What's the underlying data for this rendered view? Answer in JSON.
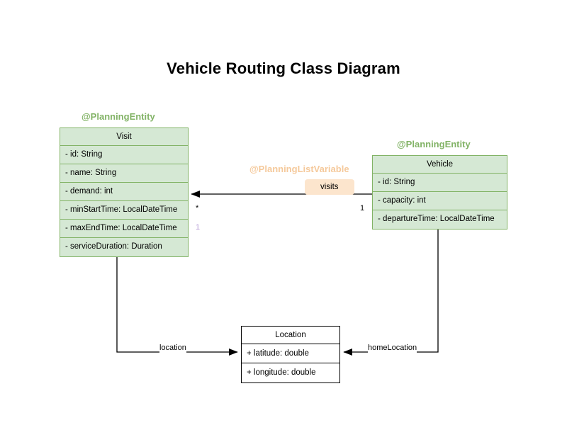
{
  "title": "Vehicle Routing Class Diagram",
  "colors": {
    "entity_fill": "#d5e8d4",
    "entity_border": "#82b366",
    "stereotype_entity": "#82b366",
    "stereotype_list_variable": "#f5c99b",
    "role_badge_fill": "#fce5cd",
    "plain_fill": "#ffffff",
    "plain_border": "#000000",
    "multiplicity_lilac": "#b9a0d8",
    "background": "#ffffff",
    "line": "#000000"
  },
  "classes": {
    "visit": {
      "stereotype": "@PlanningEntity",
      "name": "Visit",
      "attributes": [
        "- id: String",
        "- name: String",
        "- demand: int",
        "- minStartTime: LocalDateTime",
        "- maxEndTime: LocalDateTime",
        "- serviceDuration: Duration"
      ]
    },
    "vehicle": {
      "stereotype": "@PlanningEntity",
      "name": "Vehicle",
      "attributes": [
        "- id: String",
        "- capacity: int",
        "- departureTime: LocalDateTime"
      ]
    },
    "location": {
      "stereotype": "",
      "name": "Location",
      "attributes": [
        "+ latitude: double",
        "+ longitude: double"
      ]
    }
  },
  "associations": {
    "vehicle_visits": {
      "stereotype": "@PlanningListVariable",
      "role": "visits",
      "source_multiplicity": "1",
      "target_multiplicity": "*",
      "target_multiplicity_secondary": "1"
    },
    "visit_location": {
      "role": "location"
    },
    "vehicle_home_location": {
      "role": "homeLocation"
    }
  }
}
